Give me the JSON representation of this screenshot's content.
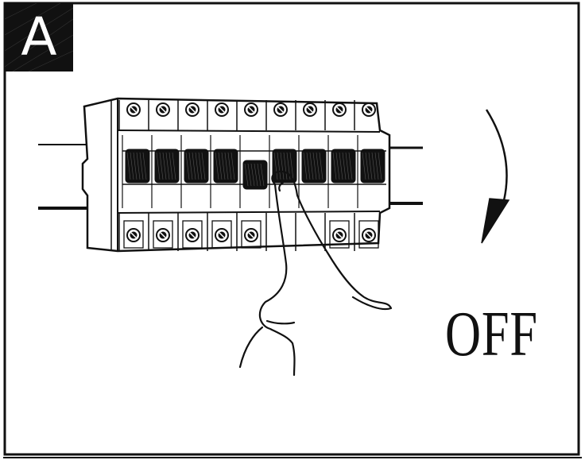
{
  "step": {
    "letter": "A"
  },
  "state": {
    "label": "OFF"
  },
  "breaker": {
    "module_count": 9,
    "switched_module": 5
  },
  "icons": [
    "rotation-arrow-icon",
    "hand-icon",
    "screw-icon"
  ],
  "colors": {
    "ink": "#111111",
    "paper": "#ffffff"
  }
}
